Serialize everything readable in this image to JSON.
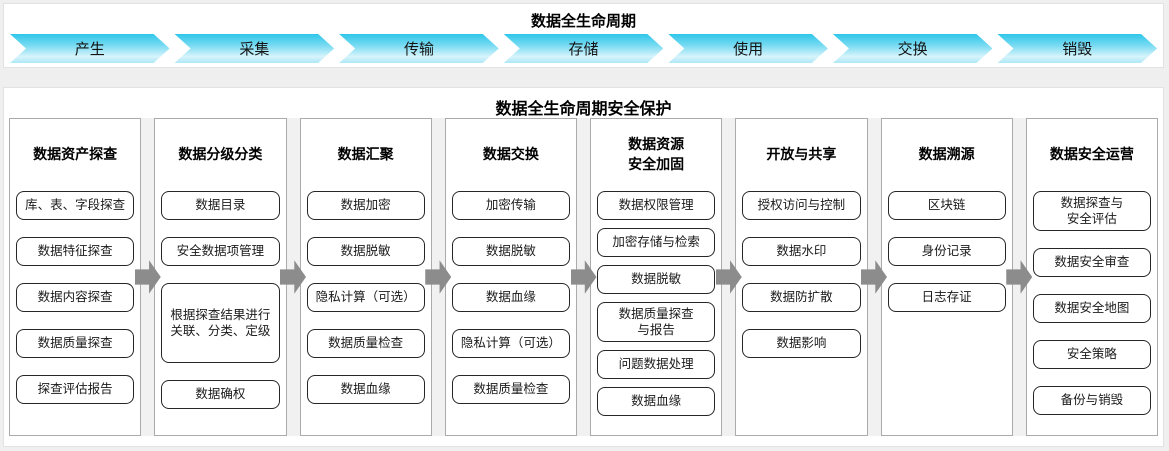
{
  "banner": {
    "title": "数据全生命周期",
    "stages": [
      "产生",
      "采集",
      "传输",
      "存储",
      "使用",
      "交换",
      "销毁"
    ]
  },
  "protection": {
    "title": "数据全生命周期安全保护",
    "columns": [
      {
        "header": "数据资产探查",
        "items": [
          "库、表、字段探查",
          "数据特征探查",
          "数据内容探查",
          "数据质量探查",
          "探查评估报告"
        ]
      },
      {
        "header": "数据分级分类",
        "items": [
          "数据目录",
          "安全数据项管理",
          "根据探查结果进行\n关联、分类、定级",
          "数据确权"
        ]
      },
      {
        "header": "数据汇聚",
        "items": [
          "数据加密",
          "数据脱敏",
          "隐私计算（可选）",
          "数据质量检查",
          "数据血缘"
        ]
      },
      {
        "header": "数据交换",
        "items": [
          "加密传输",
          "数据脱敏",
          "数据血缘",
          "隐私计算（可选）",
          "数据质量检查"
        ]
      },
      {
        "header": "数据资源\n安全加固",
        "items": [
          "数据权限管理",
          "加密存储与检索",
          "数据脱敏",
          "数据质量探查\n与报告",
          "问题数据处理",
          "数据血缘"
        ]
      },
      {
        "header": "开放与共享",
        "items": [
          "授权访问与控制",
          "数据水印",
          "数据防扩散",
          "数据影响"
        ]
      },
      {
        "header": "数据溯源",
        "items": [
          "区块链",
          "身份记录",
          "日志存证"
        ]
      },
      {
        "header": "数据安全运营",
        "items": [
          "数据探查与\n安全评估",
          "数据安全审查",
          "数据安全地图",
          "安全策略",
          "备份与销毁"
        ]
      }
    ]
  },
  "colors": {
    "chevron_cyan": "#2ec6ea",
    "chevron_light": "#d7f4fb",
    "arrow_gray": "#8c8c8c",
    "page_background": "#efefef"
  }
}
